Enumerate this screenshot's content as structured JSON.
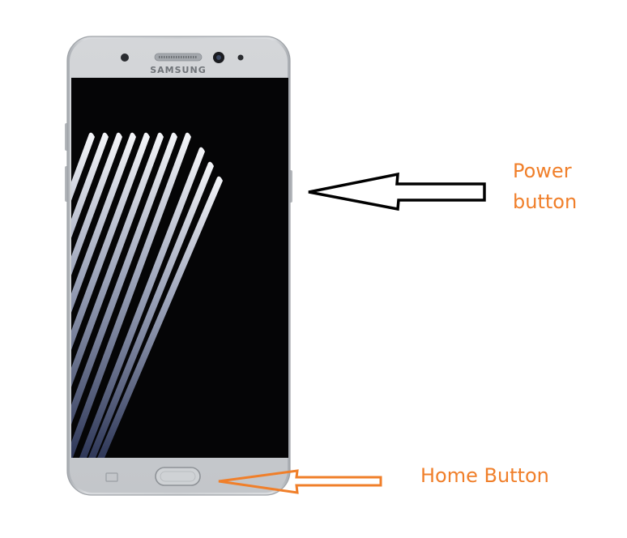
{
  "phone": {
    "brand": "SAMSUNG",
    "body_color": "#c9ccd0",
    "screen_color": "#050506"
  },
  "annotations": {
    "color": "#f07f2a",
    "power": {
      "lines": [
        "Power",
        "button"
      ],
      "arrow_color": "#000000"
    },
    "home": {
      "text": "Home Button",
      "arrow_color": "#f07f2a"
    }
  }
}
